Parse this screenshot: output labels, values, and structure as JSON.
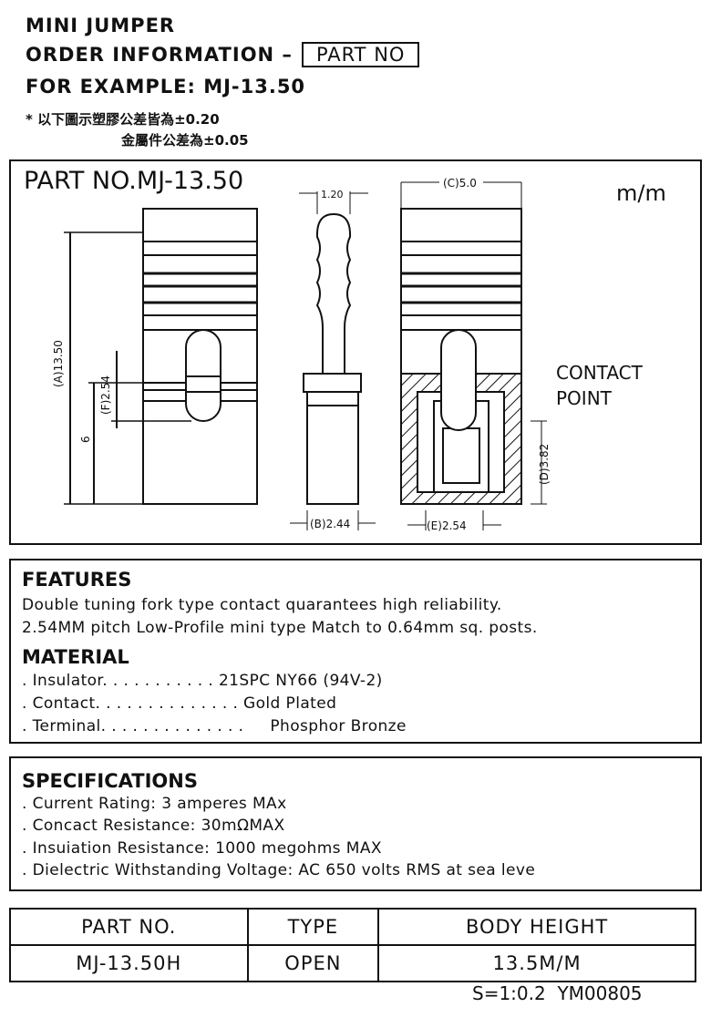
{
  "header": {
    "title": "MINI JUMPER",
    "order_info": "ORDER INFORMATION –",
    "order_box": "PART NO",
    "example": "FOR EXAMPLE: MJ-13.50",
    "tolerance_plastic": "* 以下圖示塑膠公差皆為±0.20",
    "tolerance_metal": "金屬件公差為±0.05"
  },
  "drawing": {
    "part_no": "PART NO.MJ-13.50",
    "unit": "m/m",
    "dim_a": "(A)13.50",
    "dim_f": "(F)2.54",
    "dim_6": "6",
    "dim_120": "1.20",
    "dim_b": "(B)2.44",
    "dim_c": "(C)5.0",
    "dim_d": "(D)3.82",
    "dim_e": "(E)2.54",
    "contact_1": "CONTACT",
    "contact_2": "POINT"
  },
  "features": {
    "title": "FEATURES",
    "lines": [
      "Double tuning fork type contact quarantees high reliability.",
      "2.54MM pitch Low-Profile mini type Match to 0.64mm sq. posts."
    ],
    "material_title": "MATERIAL",
    "material": [
      ". Insulator. . . . . . . . . . . 21SPC NY66 (94V-2)",
      ". Contact. . . . . . . . . . . . . . Gold Plated",
      ". Terminal. . . . . . . . . . . . . .     Phosphor Bronze"
    ]
  },
  "specifications": {
    "title": "SPECIFICATIONS",
    "lines": [
      ". Current Rating: 3 amperes MAx",
      ". Concact Resistance:  30mΩMAX",
      ". Insuiation Resistance:  1000 megohms MAX",
      ". Dielectric Withstanding Voltage: AC 650 volts RMS at sea leve"
    ]
  },
  "table": {
    "headers": [
      "PART NO.",
      "TYPE",
      "BODY HEIGHT"
    ],
    "row": [
      "MJ-13.50H",
      "OPEN",
      "13.5M/M"
    ]
  },
  "footer": "S=1:0.2  YM00805"
}
